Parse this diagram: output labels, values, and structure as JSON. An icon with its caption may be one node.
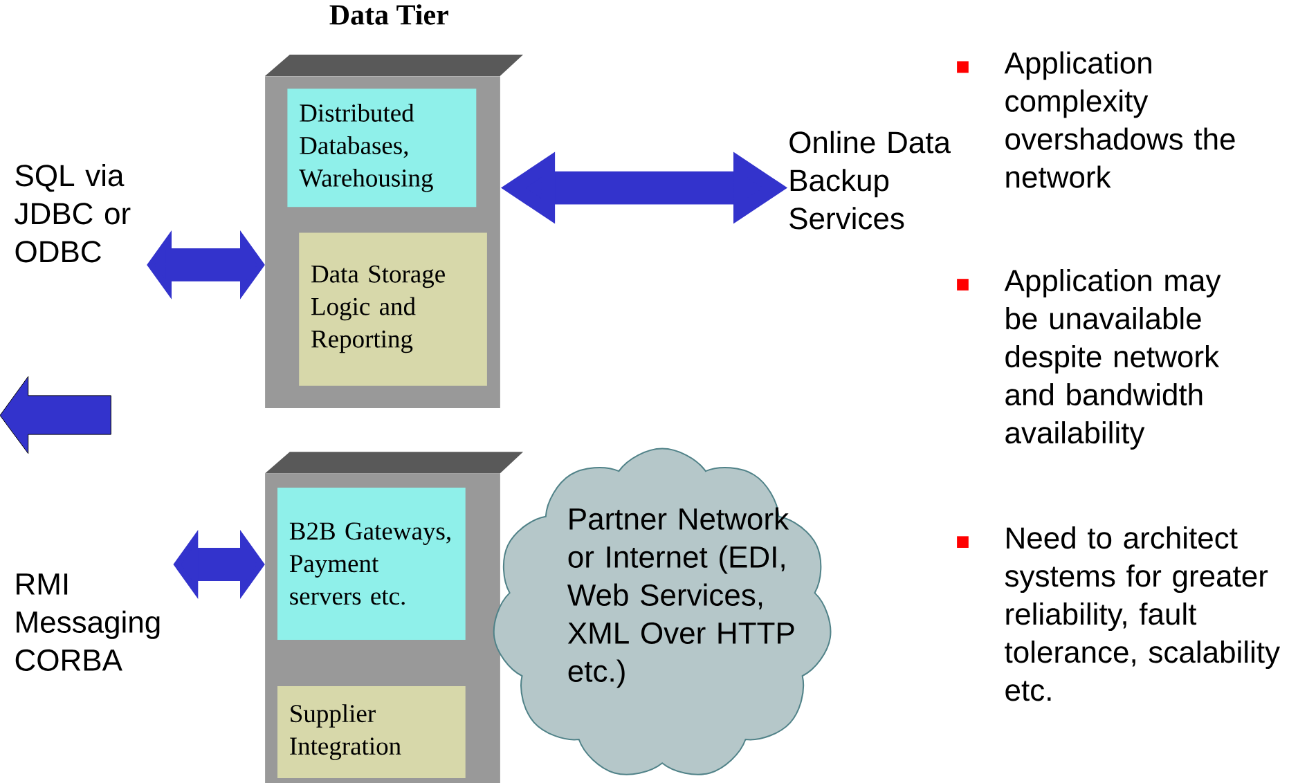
{
  "diagram": {
    "title": "Data Tier",
    "nodes": [
      {
        "text": [],
        "shape": "box"
      },
      {
        "text": [
          "Distributed Databases, Warehousing"
        ],
        "in": 0
      },
      {
        "text": [
          "Data Storage Logic and Reporting"
        ],
        "in": 0
      },
      {
        "text": [
          "SQL via JDBC or ODBC"
        ]
      },
      {
        "text": [
          "Online Data Backup Services"
        ]
      },
      {
        "text": [],
        "shape": "box"
      },
      {
        "text": [
          "B2B Gateways, Payment servers etc."
        ],
        "in": 5
      },
      {
        "text": [
          "Supplier Integration"
        ],
        "in": 5
      },
      {
        "text": [
          "RMI Messaging CORBA"
        ]
      },
      {
        "text": [
          "Partner Network or Internet (EDI, Web Services, XML Over HTTP etc.)"
        ]
      }
    ],
    "edges": [
      {
        "from": 3,
        "to": 0,
        "arrow": "both"
      },
      {
        "from": 0,
        "to": 4,
        "arrow": "both"
      },
      {
        "from": 8,
        "to": 5,
        "arrow": "both"
      }
    ],
    "labels": [
      "Application complexity overshadows the network",
      "Application may be unavailable despite network and bandwidth availability",
      "Need to architect systems for greater reliability, fault tolerance, scalability etc."
    ]
  }
}
